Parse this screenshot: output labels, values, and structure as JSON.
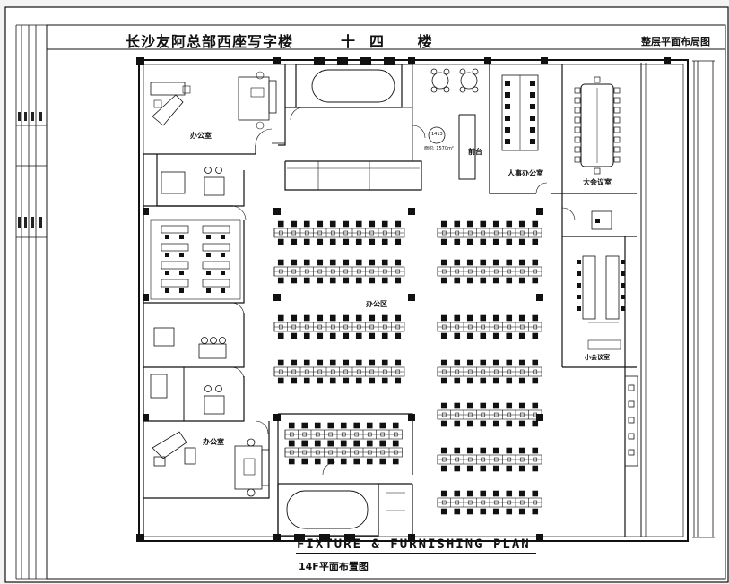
{
  "title_block": {
    "project_title": "长沙友阿总部西座写字楼",
    "floor_label": "十四 楼",
    "sheet_subtitle": "整层平面布局图"
  },
  "plan": {
    "title_en": "FIXTURE & FURNISHING PLAN",
    "title_cn": "14F平面布置图"
  },
  "rooms": {
    "office_top_left": "办公室",
    "office_bottom_left": "办公室",
    "open_office": "办公区",
    "reception": "前台",
    "hr_office": "人事办公室",
    "large_meeting": "大会议室",
    "small_meeting": "小会议室"
  },
  "lobby_tag": {
    "number": "1413",
    "area": "面积: 1570m²"
  },
  "colors": {
    "line": "#111111",
    "background": "#ffffff",
    "frame": "#f3f3f3"
  }
}
